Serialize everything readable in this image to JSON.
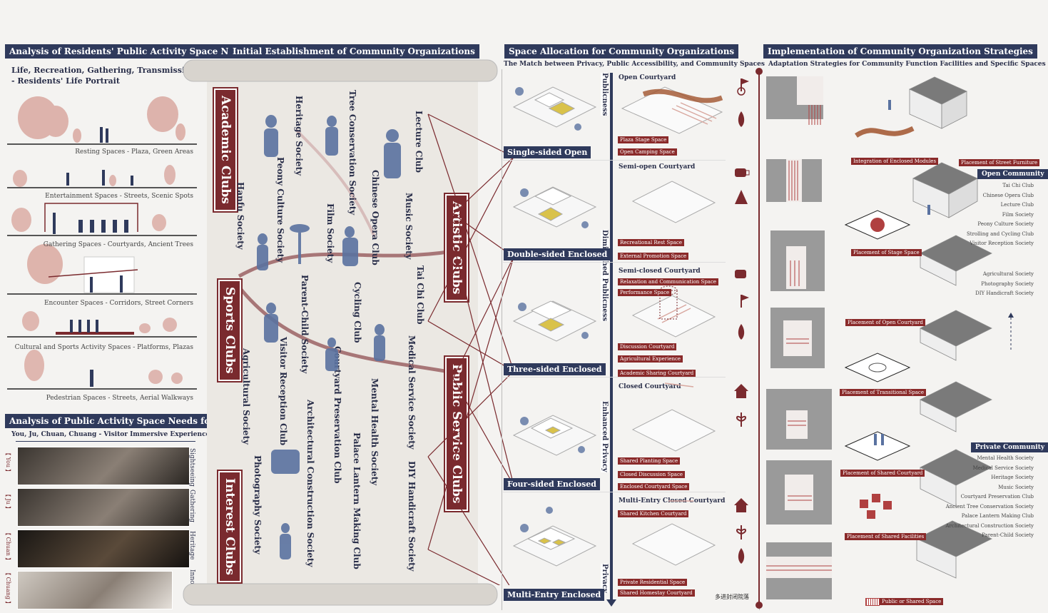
{
  "panels": {
    "residents": {
      "title": "Analysis of Residents' Public Activity Space Needs",
      "portrait_line1": "Life, Recreation, Gathering, Transmission",
      "portrait_line2": "- Residents' Life Portrait",
      "scenes": [
        "Resting Spaces - Plaza, Green Areas",
        "Entertainment Spaces - Streets, Scenic Spots",
        "Gathering Spaces - Courtyards, Ancient Trees",
        "Encounter Spaces - Corridors, Street Corners",
        "Cultural and Sports Activity Spaces - Platforms, Plazas",
        "Pedestrian Spaces - Streets, Aerial Walkways"
      ]
    },
    "visitors": {
      "title": "Analysis of Public Activity Space Needs for Visitors",
      "subtitle": "You, Ju, Chuan, Chuang - Visitor Immersive Experience",
      "rows": [
        {
          "bracket": "【 You 】",
          "label": "Sightseeing"
        },
        {
          "bracket": "【 Ju 】",
          "label": "Gathering"
        },
        {
          "bracket": "【 Chuan 】",
          "label": "Heritage"
        },
        {
          "bracket": "【 Chuang 】",
          "label": "Innovation"
        }
      ]
    },
    "organizations": {
      "title": "Initial Establishment of Community Organizations",
      "clubs": {
        "academic": "Academic Clubs",
        "sports": "Sports Clubs",
        "interest": "Interest Clubs",
        "artistic": "Artistic Clubs",
        "public": "Public Service Clubs"
      },
      "societies": [
        "Heritage Society",
        "Tree Conservation Society",
        "Lecture Club",
        "Peony Culture Society",
        "Chinese Opera Club",
        "Music Society",
        "Hanfu Society",
        "Film Society",
        "Tai Chi Club",
        "Parent-Child Society",
        "Cycling Club",
        "Medical Service Society",
        "Agricultural Society",
        "Visitor Reception Club",
        "Courtyard Preservation Club",
        "Mental Health Society",
        "Architectural Construction Society",
        "Palace Lantern Making Club",
        "DIY Handicraft Society",
        "Photography Society"
      ]
    },
    "allocation": {
      "title": "Space Allocation for Community Organizations",
      "subtitle": "The Match between Privacy, Public Accessibility, and Community Spaces",
      "axis": [
        "Publicness",
        "Diminished Publicness",
        "Enhanced Privacy",
        "Privacy"
      ],
      "enclosures": [
        "Single-sided Open",
        "Double-sided Enclosed",
        "Three-sided Enclosed",
        "Four-sided Enclosed",
        "Multi-Entry Enclosed"
      ],
      "courtyards": [
        {
          "title": "Open Courtyard",
          "tags": [
            "Plaza Stage Space",
            "Open Camping Space"
          ]
        },
        {
          "title": "Semi-open Courtyard",
          "tags": [
            "Recreational Rest Space",
            "External Promotion Space"
          ]
        },
        {
          "title": "Semi-closed Courtyard",
          "tags": [
            "Relaxation and Communication Space",
            "Performance Space",
            "Discussion Courtyard",
            "Agricultural Experience",
            "Academic Sharing Courtyard"
          ]
        },
        {
          "title": "Closed Courtyard",
          "tags": [
            "Shared Planting Space",
            "Closed Discussion Space",
            "Enclosed Courtyard Space"
          ]
        },
        {
          "title": "Multi-Entry Closed Courtyard",
          "tags": [
            "Shared Kitchen Courtyard",
            "Private Residential Space",
            "Shared Homestay Courtyard"
          ]
        }
      ],
      "chinese_note": "多进封闭院落"
    },
    "implementation": {
      "title": "Implementation of Community Organization Strategies",
      "subtitle": "Adaptation Strategies for Community Function Facilities and Specific Spaces",
      "placements": [
        "Integration of Enclosed Modules",
        "Placement of Street Furniture",
        "Placement of Stage Space",
        "Placement of Open Courtyard",
        "Placement of Transitional Space",
        "Placement of Shared Courtyard",
        "Placement of Shared Facilities"
      ],
      "open_community": {
        "title": "Open Community",
        "list": [
          "Tai Chi Club",
          "Chinese Opera Club",
          "Lecture Club",
          "Film Society",
          "Peony Culture Society",
          "Strolling and Cycling Club",
          "Visitor Reception Society",
          "Agricultural Society",
          "Photography Society",
          "DIY Handicraft Society"
        ]
      },
      "private_community": {
        "title": "Private Community",
        "list": [
          "Mental Health Society",
          "Medical Service Society",
          "Heritage Society",
          "Music Society",
          "Courtyard Preservation Club",
          "Ancient Tree Conservation Society",
          "Palace Lantern Making Club",
          "Architectural Construction Society",
          "Parent-Child Society"
        ]
      },
      "legend": "Public or Shared Space"
    }
  },
  "colors": {
    "navy": "#2f3a5c",
    "maroon": "#7a2a2e",
    "pink": "#d9a8a0",
    "yellow": "#d9c24a"
  }
}
